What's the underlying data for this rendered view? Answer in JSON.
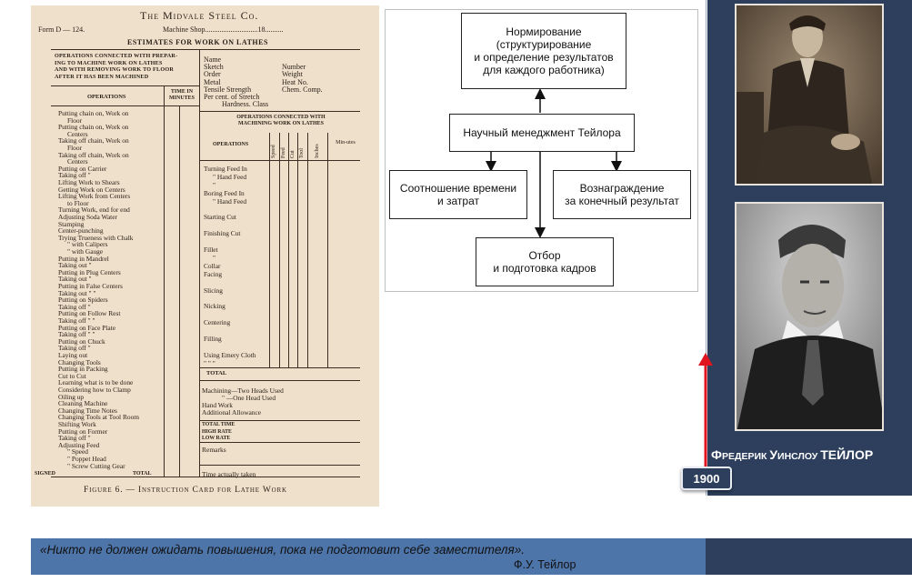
{
  "instruction_card": {
    "company": "The Midvale Steel Co.",
    "form": "Form D — 124.",
    "shop": "Machine Shop.............................18..........",
    "title": "ESTIMATES FOR WORK ON LATHES",
    "prep_header": [
      "OPERATIONS CONNECTED WITH PREPAR-",
      "ING TO MACHINE WORK ON LATHES",
      "AND WITH REMOVING WORK TO FLOOR",
      "AFTER IT HAS BEEN MACHINED"
    ],
    "operations_header": "OPERATIONS",
    "time_header": [
      "TIME IN",
      "MINUTES"
    ],
    "operations": [
      "Putting chain on, Work on",
      "Floor",
      "Putting chain on, Work on",
      "Centers",
      "Taking off chain, Work on",
      "Floor",
      "Taking off chain, Work on",
      "Centers",
      "Putting on Carrier",
      "Taking off \"",
      "Lifting Work to Shears",
      "Getting Work on Centers",
      "Lifting Work from Centers",
      "to Floor",
      "Turning Work, end for end",
      "Adjusting Soda Water",
      "Stamping",
      "Center-punching",
      "Trying Trueness with Chalk",
      "\" with Calipers",
      "\" with Gauge",
      "Putting in Mandrel",
      "Taking out \"",
      "Putting in Plug Centers",
      "Taking out \"",
      "Putting in False Centers",
      "Taking out \" \"",
      "Putting on Spiders",
      "Taking off \"",
      "Putting on Follow Rest",
      "Taking off \" \"",
      "Putting on Face Plate",
      "Taking off \" \"",
      "Putting on Chuck",
      "Taking off \"",
      "Laying out",
      "Changing Tools",
      "Putting in Packing",
      "Cut to Cut",
      "Learning what is to be done",
      "Considering how to Clamp",
      "Oiling up",
      "Cleaning Machine",
      "Changing Time Notes",
      "Changing Tools at Tool Room",
      "Shifting Work",
      "Putting on Former",
      "Taking off \"",
      "Adjusting Feed",
      "\" Speed",
      "\" Poppet Head",
      "\" Screw Cutting Gear"
    ],
    "signed_label": "SIGNED",
    "total_label": "TOTAL",
    "info_fields": [
      [
        "Name",
        ""
      ],
      [
        "Sketch",
        "Number"
      ],
      [
        "Order",
        "Weight"
      ],
      [
        "Metal",
        "Heat No."
      ],
      [
        "Tensile Strength",
        "Chem. Comp."
      ],
      [
        "Per cent. of Stretch",
        ""
      ],
      [
        "Hardness. Class",
        ""
      ]
    ],
    "machining_header": [
      "OPERATIONS CONNECTED WITH",
      "MACHINING WORK ON LATHES"
    ],
    "machining_columns": [
      "OPERATIONS",
      "Speed",
      "Feed",
      "Cut",
      "Tool",
      "Inches",
      "Min-utes"
    ],
    "machining_ops": [
      "Turning Feed In",
      "\" Hand Feed",
      "\"",
      "Boring Feed In",
      "\" Hand Feed",
      "",
      "Starting Cut",
      "",
      "Finishing Cut",
      "",
      "Fillet",
      "\"",
      "Collar",
      "Facing",
      "",
      "Slicing",
      "",
      "Nicking",
      "",
      "Centering",
      "",
      "Filling",
      "",
      "Using Emery Cloth",
      "\" \" \""
    ],
    "total2": "TOTAL",
    "machining_lines": [
      "Machining—Two Heads Used",
      "\" —One Head Used",
      "Hand Work",
      "Additional Allowance"
    ],
    "rates": [
      "TOTAL TIME",
      "HIGH RATE",
      "LOW RATE"
    ],
    "remarks": "Remarks",
    "time_taken": "Time actually taken",
    "caption": "Figure 6. — Instruction Card for Lathe Work"
  },
  "diagram": {
    "top": [
      "Нормирование",
      "(структурирование",
      "и определение результатов",
      "для каждого работника)"
    ],
    "center": "Научный менеджмент Тейлора",
    "left": [
      "Соотношение времени",
      "и затрат"
    ],
    "right": [
      "Вознаграждение",
      "за конечный результат"
    ],
    "bottom": [
      "Отбор",
      "и подготовка кадров"
    ]
  },
  "portrait": {
    "name_prefix_1": "Ф",
    "name_part_1": "РЕДЕРИК ",
    "name_prefix_2": "У",
    "name_part_2": "ИНСЛОУ ",
    "surname": "ТЕЙЛОР",
    "year": "1900"
  },
  "quote": {
    "text": "«Никто не должен ожидать повышения, пока не подготовит себе заместителя».",
    "author": "Ф.У. Тейлор"
  },
  "colors": {
    "panel": "#2d3f5c",
    "quote_bar": "#4e75a9",
    "arrow": "#e0141e",
    "card_bg": "#efe0cb"
  }
}
